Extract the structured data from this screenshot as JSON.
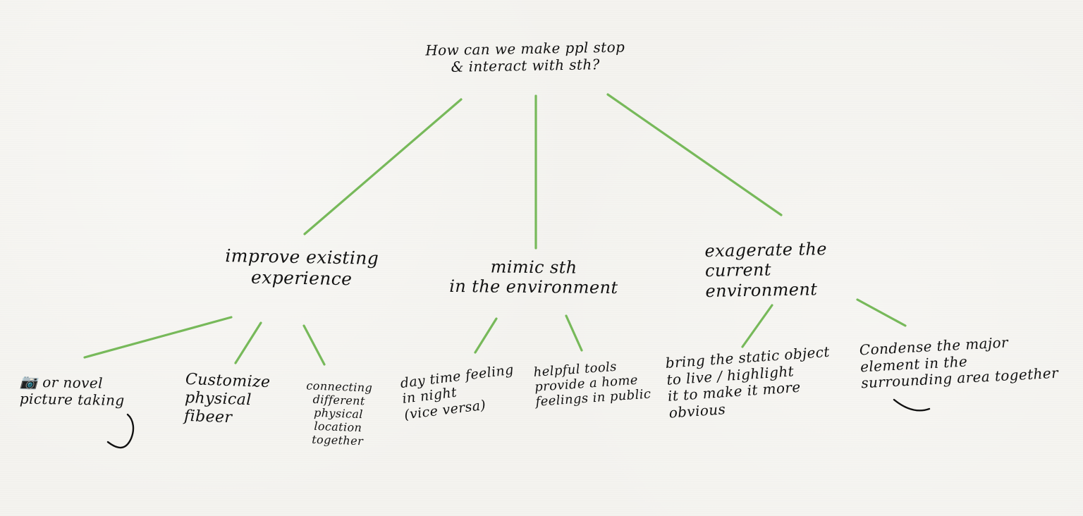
{
  "background_color": "#f4f3ef",
  "line_color": "#77b95a",
  "text_color": "#121212",
  "root": {
    "text": "How can we make ppl stop\n& interact with sth?"
  },
  "branches": [
    {
      "text": "improve existing\nexperience",
      "children": [
        {
          "text": "📷 or novel\npicture taking"
        },
        {
          "text": "Customize\nphysical\nfibeer"
        },
        {
          "text": "connecting\ndifferent\nphysical location\ntogether"
        }
      ]
    },
    {
      "text": "mimic sth\nin the environment",
      "children": [
        {
          "text": "day time feeling\nin night\n(vice versa)"
        },
        {
          "text": "helpful tools\nprovide a home\nfeelings in public"
        }
      ]
    },
    {
      "text": "exagerate the\ncurrent environment",
      "children": [
        {
          "text": "bring the static object\nto live / highlight\nit to make it more\nobvious"
        },
        {
          "text": "Condense the major\nelement in the\nsurrounding area together"
        }
      ]
    }
  ]
}
